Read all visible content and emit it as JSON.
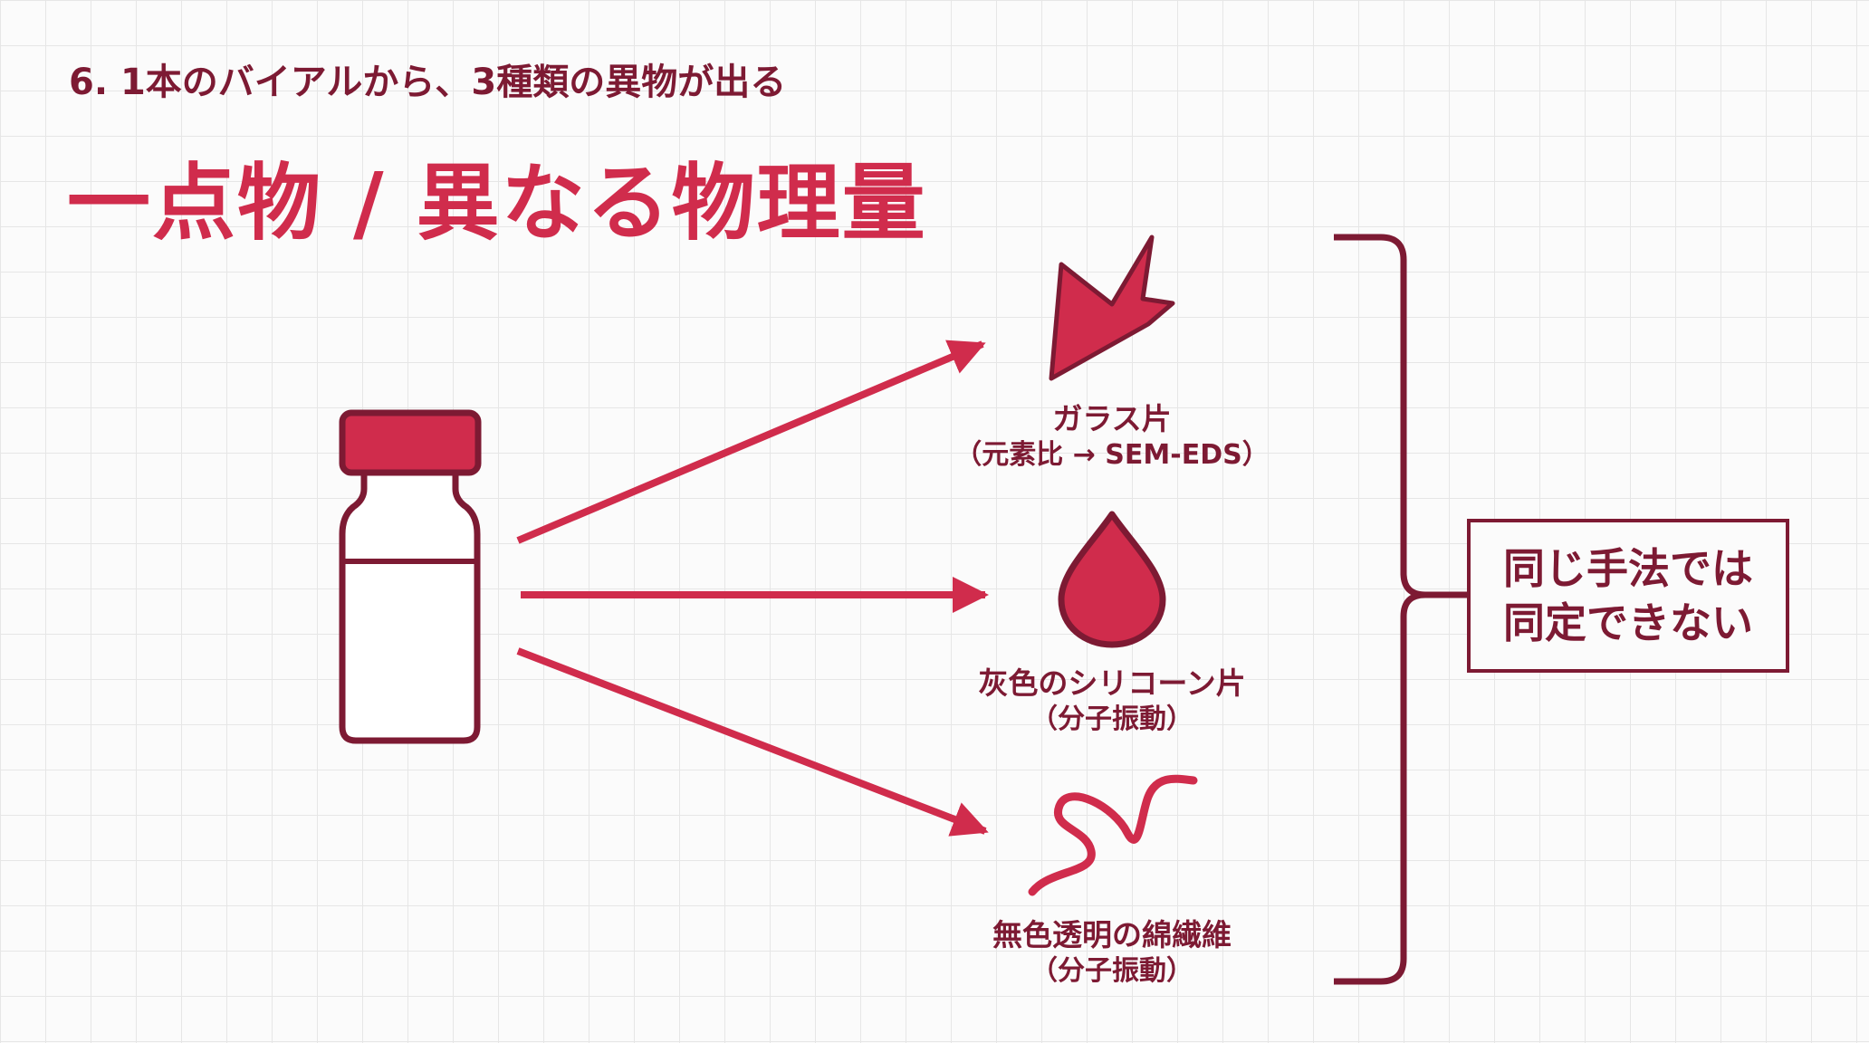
{
  "header": {
    "subtitle": "6. 1本のバイアルから、3種類の異物が出る",
    "title": "一点物 / 異なる物理量"
  },
  "items": [
    {
      "name": "ガラス片",
      "method": "（元素比 → SEM-EDS）",
      "icon": "glass-shard-icon"
    },
    {
      "name": "灰色のシリコーン片",
      "method": "（分子振動）",
      "icon": "droplet-icon"
    },
    {
      "name": "無色透明の綿繊維",
      "method": "（分子振動）",
      "icon": "fiber-icon"
    }
  ],
  "conclusion": {
    "line1": "同じ手法では",
    "line2": "同定できない"
  },
  "colors": {
    "accent": "#d02c4c",
    "dark": "#7d1a33",
    "background": "#fbfbfb"
  }
}
